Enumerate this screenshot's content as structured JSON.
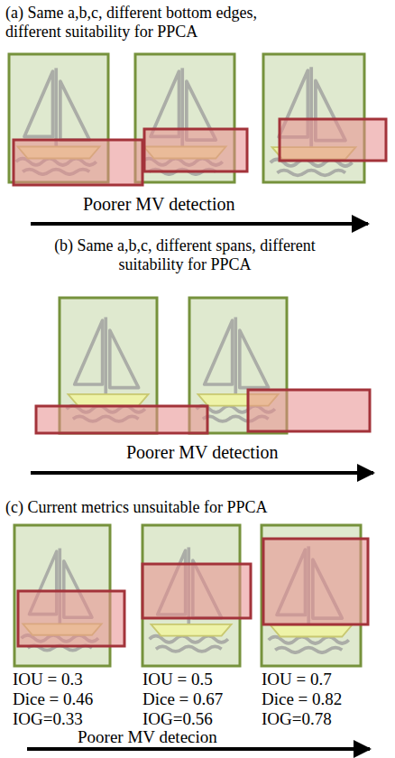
{
  "diagram": {
    "labels": [
      "(a) Same a,b,c, different bottom edges, different suitability for PPCA",
      "Poorer MV detection",
      "(b) Same a,b,c, different spans, different suitability for PPCA",
      "Poorer MV detection",
      "(c) Current metrics unsuitable for PPCA",
      "IOU = 0.3",
      "IOU = 0.5",
      "IOU = 0.7",
      "Dice = 0.46",
      "Dice = 0.67",
      "Dice = 0.82",
      "IOG=0.33",
      "IOG=0.56",
      "IOG=0.78",
      "Poorer MV detecion"
    ]
  }
}
